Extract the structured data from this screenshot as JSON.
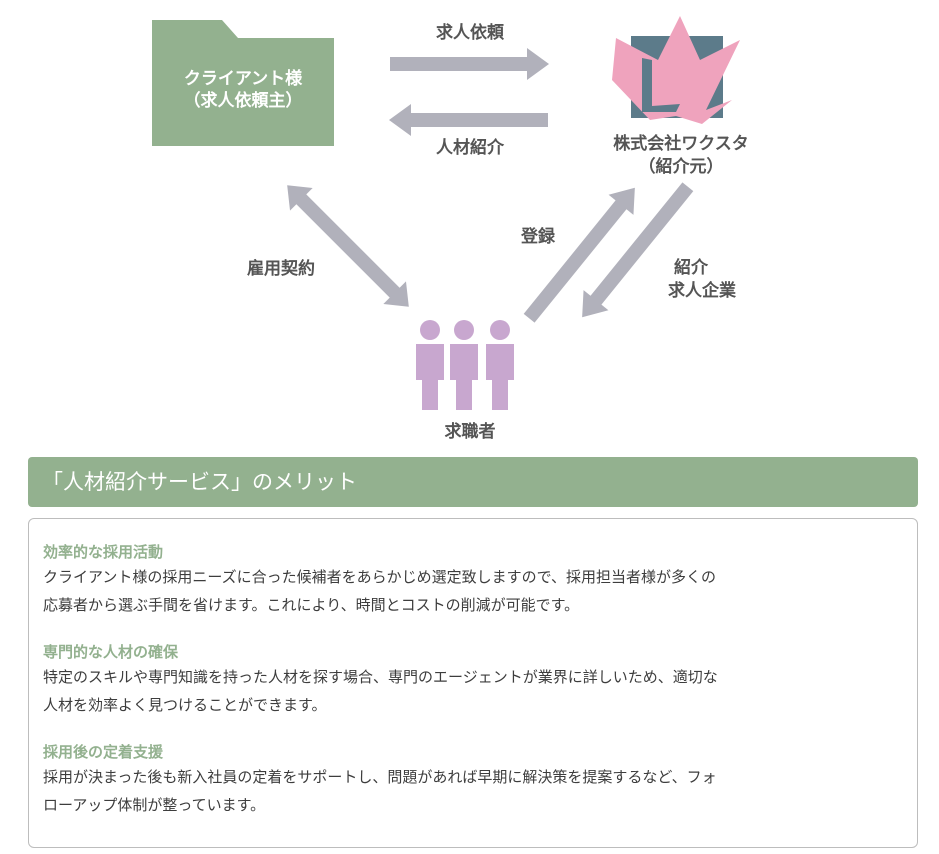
{
  "diagram": {
    "client": {
      "line1": "クライアント様",
      "line2": "（求人依頼主）"
    },
    "agency": {
      "line1": "株式会社ワクスタ",
      "line2": "（紹介元）"
    },
    "jobseeker": "求職者",
    "arrows": {
      "request": "求人依頼",
      "introduce_talent": "人材紹介",
      "employment": "雇用契約",
      "register": "登録",
      "introduce_line1": "紹介",
      "introduce_line2": "求人企業"
    },
    "colors": {
      "client": "#93b18f",
      "agency_pink": "#efa3bd",
      "agency_slate": "#5c7b8a",
      "people": "#c8a7cf",
      "arrow": "#b1b1bb"
    }
  },
  "merits": {
    "title": "「人材紹介サービス」のメリット",
    "items": [
      {
        "title": "効率的な採用活動",
        "line1": "クライアント様の採用ニーズに合った候補者をあらかじめ選定致しますので、採用担当者様が多くの",
        "line2": "応募者から選ぶ手間を省けます。これにより、時間とコストの削減が可能です。"
      },
      {
        "title": "専門的な人材の確保",
        "line1": "特定のスキルや専門知識を持った人材を探す場合、専門のエージェントが業界に詳しいため、適切な",
        "line2": "人材を効率よく見つけることができます。"
      },
      {
        "title": "採用後の定着支援",
        "line1": "採用が決まった後も新入社員の定着をサポートし、問題があれば早期に解決策を提案するなど、フォ",
        "line2": "ローアップ体制が整っています。"
      }
    ]
  }
}
